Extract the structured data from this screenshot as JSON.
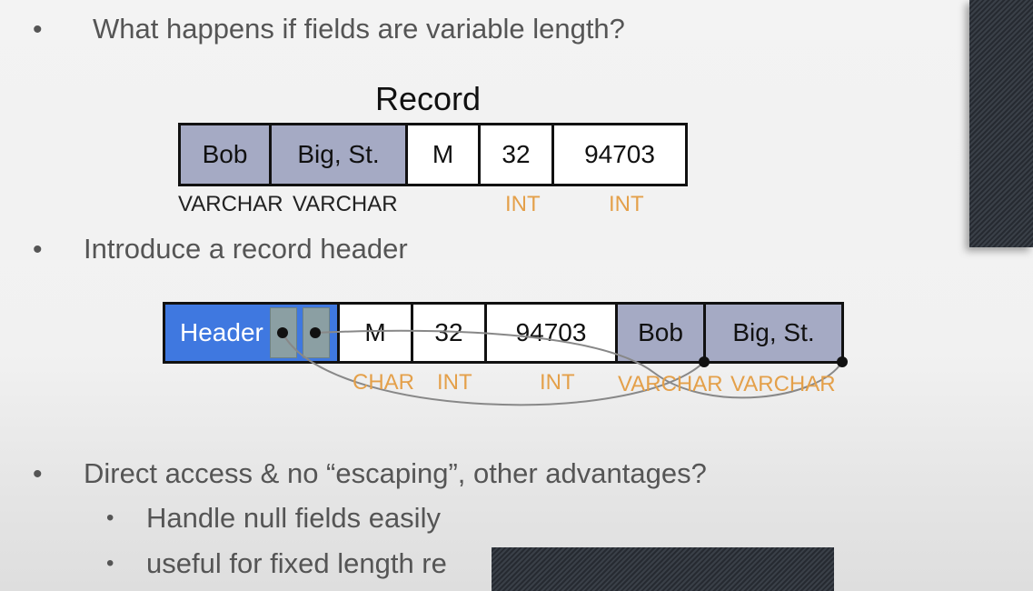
{
  "bullets": [
    "What happens if fields are variable length?",
    "Introduce a record header",
    "Direct access & no “escaping”, other advantages?"
  ],
  "sub_bullets": [
    "Handle null fields easily",
    "useful for fixed length re"
  ],
  "bullet_symbol": "•",
  "record1": {
    "title": "Record",
    "cells": [
      "Bob",
      "Big, St.",
      "M",
      "32",
      "94703"
    ],
    "types": [
      "VARCHAR",
      "VARCHAR",
      "INT",
      "INT"
    ]
  },
  "record2": {
    "header_label": "Header",
    "cells": [
      "M",
      "32",
      "94703",
      "Bob",
      "Big, St."
    ],
    "types": [
      "CHAR",
      "INT",
      "INT",
      "VARCHAR",
      "VARCHAR"
    ]
  },
  "colors": {
    "header_blue": "#3f78e0",
    "varchar_shade": "#a5aac4",
    "type_orange": "#e4a04a",
    "redaction": "#2b3038"
  }
}
